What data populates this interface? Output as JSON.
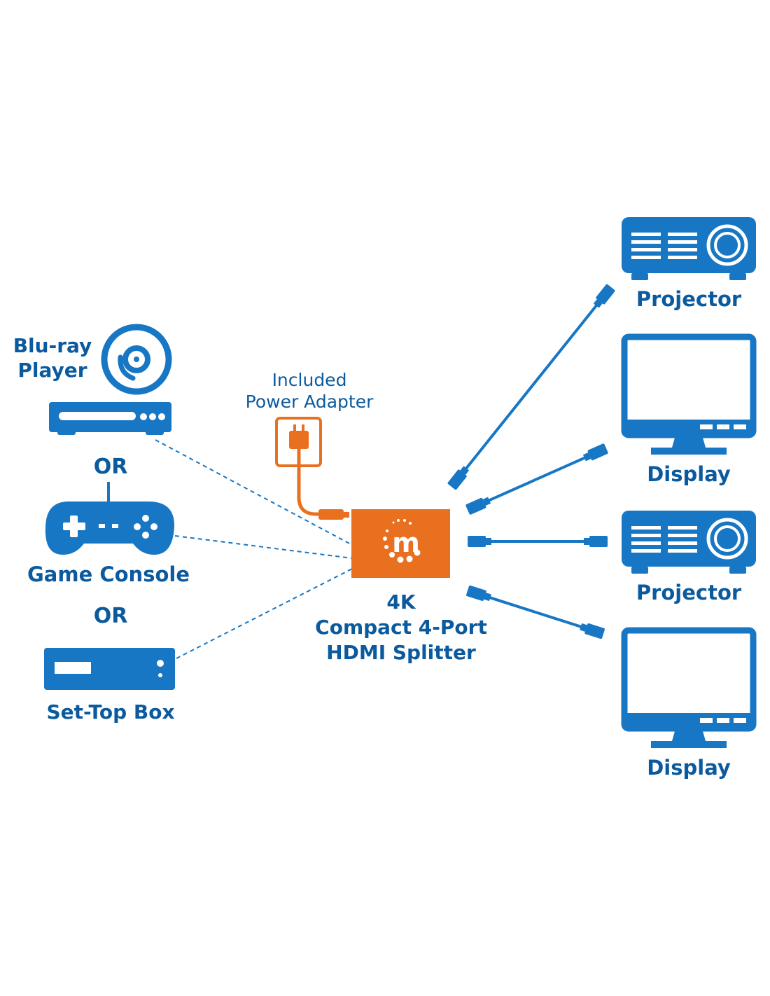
{
  "colors": {
    "blue": "#1777c4",
    "dark_blue": "#0b5a9e",
    "orange": "#e9701f",
    "white": "#ffffff"
  },
  "sources": {
    "bluray_label": [
      "Blu-ray",
      "Player"
    ],
    "or_1": "OR",
    "game_console_label": "Game Console",
    "or_2": "OR",
    "settop_label": "Set-Top Box"
  },
  "power_adapter_label": [
    "Included",
    "Power Adapter"
  ],
  "splitter": {
    "logo_letter": "m",
    "title": [
      "4K",
      "Compact 4-Port",
      "HDMI Splitter"
    ]
  },
  "outputs": [
    {
      "label": "Projector",
      "icon": "projector-icon"
    },
    {
      "label": "Display",
      "icon": "monitor-icon"
    },
    {
      "label": "Projector",
      "icon": "projector-icon"
    },
    {
      "label": "Display",
      "icon": "monitor-icon"
    }
  ]
}
